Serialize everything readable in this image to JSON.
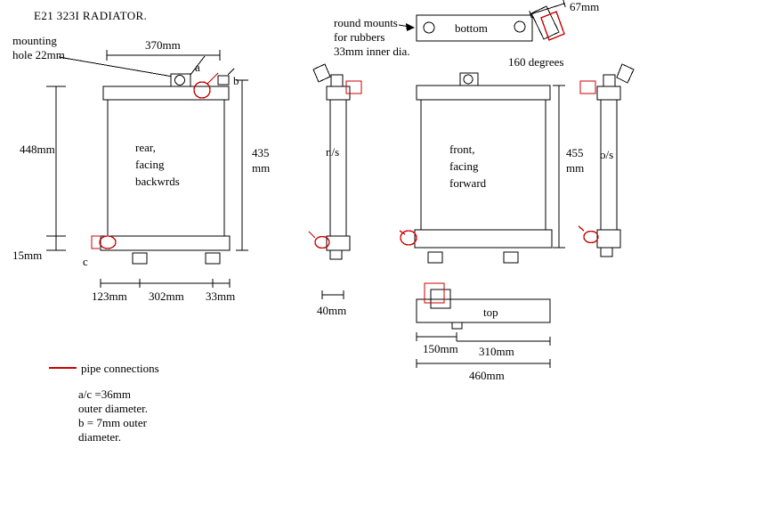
{
  "title": "E21 323I RADIATOR.",
  "colors": {
    "line": "#000000",
    "pipe_accent": "#cc0000"
  },
  "annotations": {
    "mounting_hole": {
      "line1": "mounting",
      "line2": "hole 22mm"
    },
    "round_mounts": {
      "line1": "round mounts",
      "line2": "for rubbers",
      "line3": "33mm inner dia."
    }
  },
  "rear_view": {
    "caption": {
      "line1": "rear,",
      "line2": "facing",
      "line3": "backwrds"
    },
    "dims": {
      "top_width": "370mm",
      "height_left": "448mm",
      "height_right_value": "435",
      "height_right_unit": "mm",
      "bottom_tank_height": "15mm",
      "bottom_left": "123mm",
      "bottom_middle": "302mm",
      "bottom_right": "33mm"
    },
    "points": {
      "a": "a",
      "b": "b",
      "c": "c"
    }
  },
  "nearside_view": {
    "label": "n/s",
    "depth_dim": "40mm"
  },
  "bottom_view": {
    "label": "bottom",
    "bracket_length_dim": "67mm",
    "bracket_angle": "160 degrees"
  },
  "front_view": {
    "caption": {
      "line1": "front,",
      "line2": "facing",
      "line3": "forward"
    },
    "dims": {
      "height_value": "455",
      "height_unit": "mm"
    }
  },
  "offside_view": {
    "label": "o/s"
  },
  "top_view": {
    "label": "top",
    "dims": {
      "left": "150mm",
      "right": "310mm",
      "total": "460mm"
    }
  },
  "legend": {
    "pipe_connections": "pipe connections",
    "notes": {
      "line1": "a/c =36mm",
      "line2": "outer diameter.",
      "line3": "b = 7mm outer",
      "line4": "diameter."
    }
  }
}
